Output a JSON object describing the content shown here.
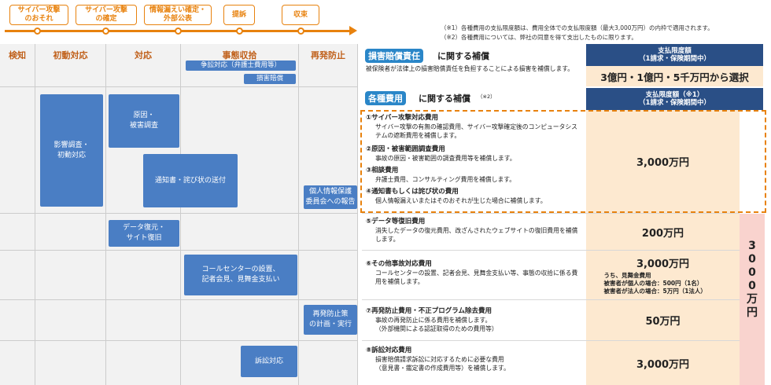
{
  "timeline": {
    "tags": [
      "サイバー攻撃\nのおそれ",
      "サイバー攻撃\nの確定",
      "情報漏えい確定・\n外部公表",
      "提訴",
      "収束"
    ]
  },
  "notes": {
    "n1": "（※1）各種費用の支払限度額は、費用全体での支払限度額（最大3,000万円）の内枠で適用されます。",
    "n2": "（※2）各種費用については、弊社の同意を得て支出したものに限ります。"
  },
  "columns": [
    "検知",
    "初動対応",
    "対応",
    "事態収拾",
    "再発防止"
  ],
  "jitai_pills": [
    "争訟対応（弁護士費用等）",
    "損害賠償"
  ],
  "blue_boxes": {
    "eikyo": "影響調査・\n初動対応",
    "genin": "原因・\n被害調査",
    "tsuchi": "通知書・詫び状の送付",
    "kojin": "個人情報保護\n委員会への報告",
    "data": "データ復元・\nサイト復旧",
    "call": "コールセンターの設置、\n記者会見、見舞金支払い",
    "saihatsu": "再発防止策\nの計画・実行",
    "sosho": "訴訟対応"
  },
  "liability": {
    "badge": "損害賠償責任",
    "suffix": "に関する補償",
    "desc": "被保険者が法律上の損害賠償責任を負担することによる損害を補償します。",
    "limit_header": "支払限度額\n（1請求・保険期間中）",
    "limit_value": "3億円・1億円・5千万円から選択"
  },
  "expenses": {
    "badge": "各種費用",
    "suffix": "に関する補償",
    "suffix_note": "（※2）",
    "limit_header": "支払限度額（※1）\n（1請求・保険期間中）",
    "items": [
      {
        "title": "①サイバー攻撃対応費用",
        "text": "サイバー攻撃の有無の確認費用、サイバー攻撃確定後のコンピュータシステムの遮断費用を補償します。"
      },
      {
        "title": "②原因・被害範囲調査費用",
        "text": "事故の原因・被害範囲の調査費用等を補償します。"
      },
      {
        "title": "③相談費用",
        "text": "弁護士費用、コンサルティング費用を補償します。"
      },
      {
        "title": "④通知書もしくは詫び状の費用",
        "text": "個人情報漏えいまたはそのおそれが生じた場合に補償します。"
      },
      {
        "title": "⑤データ等復旧費用",
        "text": "消失したデータの復元費用、改ざんされたウェブサイトの復旧費用を補償します。"
      },
      {
        "title": "⑥その他事故対応費用",
        "text": "コールセンターの設置、記者会見、見舞金支払い等、事態の収拾に係る費用を補償します。"
      },
      {
        "title": "⑦再発防止費用・不正プログラム除去費用",
        "text": "事故の再発防止に係る費用を補償します。\n（外部機関による認証取得のための費用等）"
      },
      {
        "title": "⑧訴訟対応費用",
        "text": "損害賠償請求訴訟に対応するために必要な費用\n（意見書・鑑定書の作成費用等）を補償します。"
      }
    ],
    "limits": {
      "l1_4": "3,000万円",
      "l5": "200万円",
      "l6": "3,000万円",
      "l6_sub1": "うち、見舞金費用",
      "l6_sub2": "被害者が個人の場合：500円（1名）",
      "l6_sub3": "被害者が法人の場合：5万円（1法人）",
      "l7": "50万円",
      "l8": "3,000万円"
    },
    "total": "3000万円"
  },
  "colors": {
    "accent": "#e8820e",
    "blue": "#4a7ec4",
    "header_blue": "#2a4f86",
    "badge_blue": "#2a86c8",
    "limit_bg": "#fde9d0",
    "total_bg": "#f9d3ce"
  }
}
